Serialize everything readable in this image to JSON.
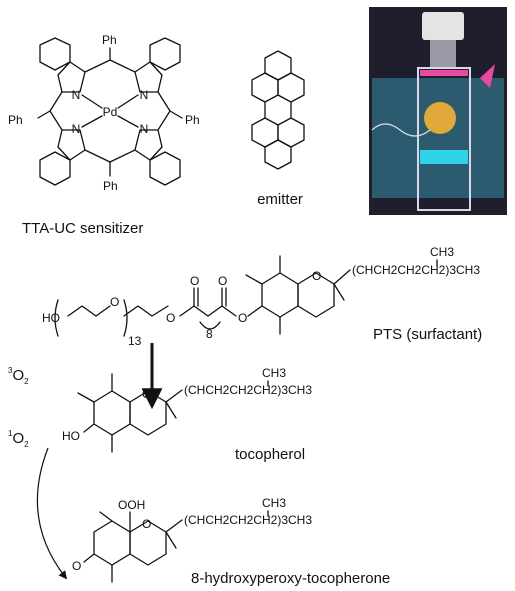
{
  "sensitizer": {
    "caption": "TTA-UC sensitizer",
    "metal": "Pd",
    "nitrogen": "N",
    "phenyl": "Ph"
  },
  "emitter": {
    "caption": "emitter"
  },
  "surfactant": {
    "caption": "PTS (surfactant)",
    "ho": "HO",
    "repeat_count": "13",
    "methylene_count": "8"
  },
  "side_chain": {
    "text": "(CHCH2CH2CH2)3CH3",
    "methyl": "CH3"
  },
  "oxygen": {
    "ring": "O",
    "carbonyl": "O",
    "ether": "O",
    "hydroxy": "HO",
    "peroxy": "OOH"
  },
  "triplet_oxygen": {
    "sup": "3",
    "base": "O",
    "sub": "2"
  },
  "singlet_oxygen": {
    "sup": "1",
    "base": "O",
    "sub": "2"
  },
  "tocopherol": {
    "caption": "tocopherol"
  },
  "product": {
    "caption": "8-hydroxyperoxy-tocopherone"
  },
  "colors": {
    "ink": "#111111",
    "photo_bg": "#1e1e2c",
    "photo_cyan": "#2fd2e6",
    "photo_pink": "#e84aa0"
  }
}
